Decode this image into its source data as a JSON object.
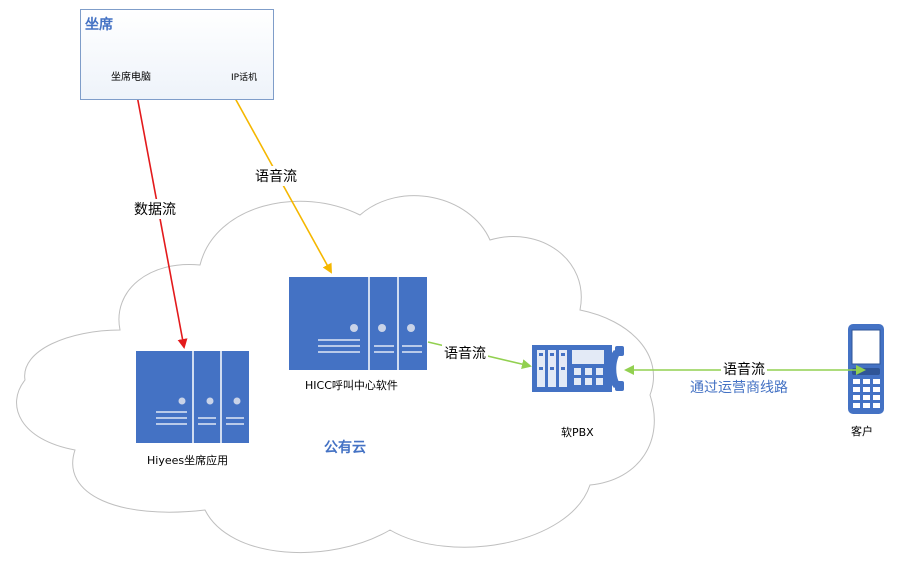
{
  "agent_area": {
    "title": "坐席",
    "pc_label": "坐席电脑",
    "phone_label": "IP话机"
  },
  "cloud": {
    "label": "公有云"
  },
  "nodes": {
    "hiyees_app": "Hiyees坐席应用",
    "hicc_software": "HICC呼叫中心软件",
    "soft_pbx": "软PBX",
    "customer": "客户"
  },
  "flows": {
    "data_flow": "数据流",
    "voice_flow_phone": "语音流",
    "voice_flow_pbx": "语音流",
    "voice_flow_customer": "语音流",
    "carrier_line": "通过运营商线路"
  },
  "colors": {
    "device_blue": "#4472C4",
    "data_flow": "#E31A1C",
    "voice_flow_phone": "#F5B700",
    "voice_flow_green": "#92D050",
    "cloud_outline": "#BFBFBF"
  }
}
